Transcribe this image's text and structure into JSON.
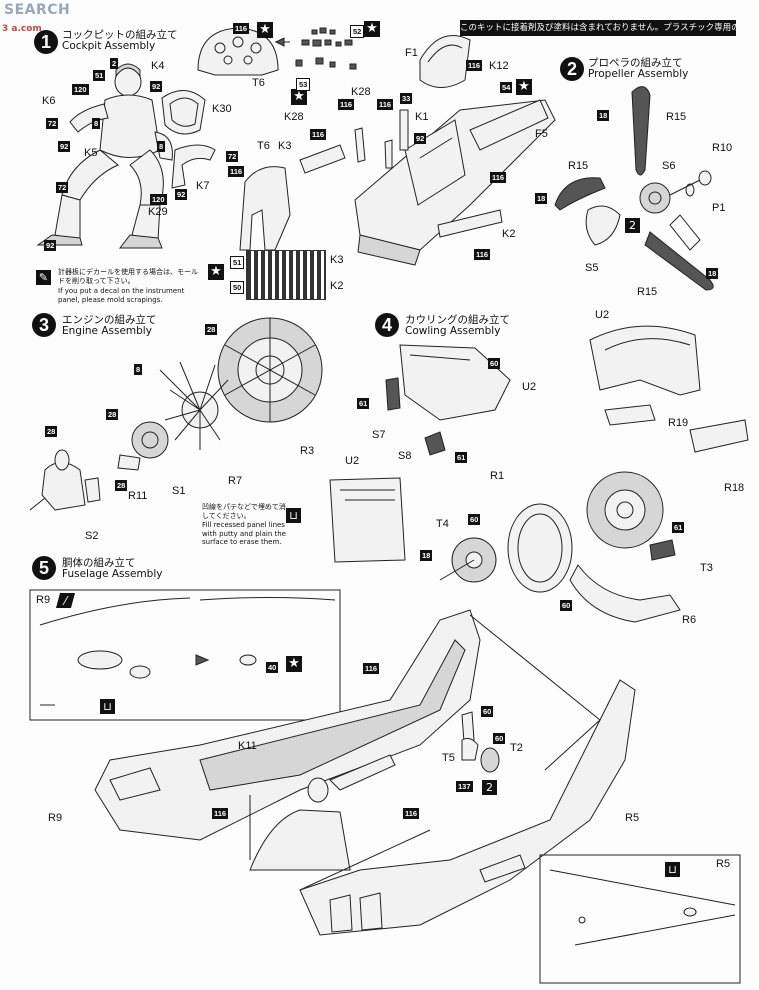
{
  "watermark": {
    "text": "SEARCH",
    "sub": "3 a.com"
  },
  "notice": "このキットに接着剤及び塗料は含まれておりません。プラスチック専用の物を別にお求め下さい。",
  "steps": [
    {
      "num": "1",
      "jp": "コックピットの組み立て",
      "en": "Cockpit Assembly"
    },
    {
      "num": "2",
      "jp": "プロペラの組み立て",
      "en": "Propeller Assembly"
    },
    {
      "num": "3",
      "jp": "エンジンの組み立て",
      "en": "Engine Assembly"
    },
    {
      "num": "4",
      "jp": "カウリングの組み立て",
      "en": "Cowling Assembly"
    },
    {
      "num": "5",
      "jp": "胴体の組み立て",
      "en": "Fuselage Assembly"
    }
  ],
  "cockpit": {
    "labels": [
      "K4",
      "K6",
      "K5",
      "K30",
      "K7",
      "K29",
      "T6",
      "T6",
      "F1",
      "K12",
      "F5",
      "K28",
      "K28",
      "K1",
      "K3",
      "K2",
      "K3",
      "K2"
    ],
    "tags": [
      "2",
      "51",
      "92",
      "120",
      "72",
      "8",
      "92",
      "8",
      "72",
      "92",
      "72",
      "120",
      "92",
      "116",
      "116",
      "116",
      "116",
      "33",
      "92",
      "116",
      "116",
      "116",
      "116",
      "54",
      "52",
      "51",
      "50",
      "53"
    ],
    "decal_note": {
      "jp": "計器板にデカールを使用する場合は、モールドを削り取って下さい。",
      "en": "If you put a decal on the instrument panel, please mold scrapings."
    }
  },
  "propeller": {
    "labels": [
      "R15",
      "R15",
      "S6",
      "R10",
      "P1",
      "S5",
      "R15"
    ],
    "tags": [
      "18",
      "18",
      "2",
      "18"
    ]
  },
  "engine": {
    "labels": [
      "R3",
      "R7",
      "S1",
      "R11",
      "S2"
    ],
    "tags": [
      "28",
      "8",
      "28",
      "28",
      "28"
    ]
  },
  "cowling": {
    "labels": [
      "U2",
      "S7",
      "S8",
      "U2",
      "R19",
      "R18",
      "R1",
      "T4",
      "T3",
      "R6",
      "U2"
    ],
    "tags": [
      "60",
      "61",
      "61",
      "60",
      "18",
      "61",
      "60"
    ],
    "putty_note": {
      "jp": "凹線をパテなどで埋めて消してください。",
      "en": "Fill recessed panel lines with putty and plain the surface to erase them."
    }
  },
  "fuselage": {
    "labels": [
      "R9",
      "R9",
      "K11",
      "T5",
      "T2",
      "R5",
      "R5"
    ],
    "tags": [
      "116",
      "40",
      "116",
      "60",
      "60",
      "137",
      "2",
      "116"
    ]
  }
}
